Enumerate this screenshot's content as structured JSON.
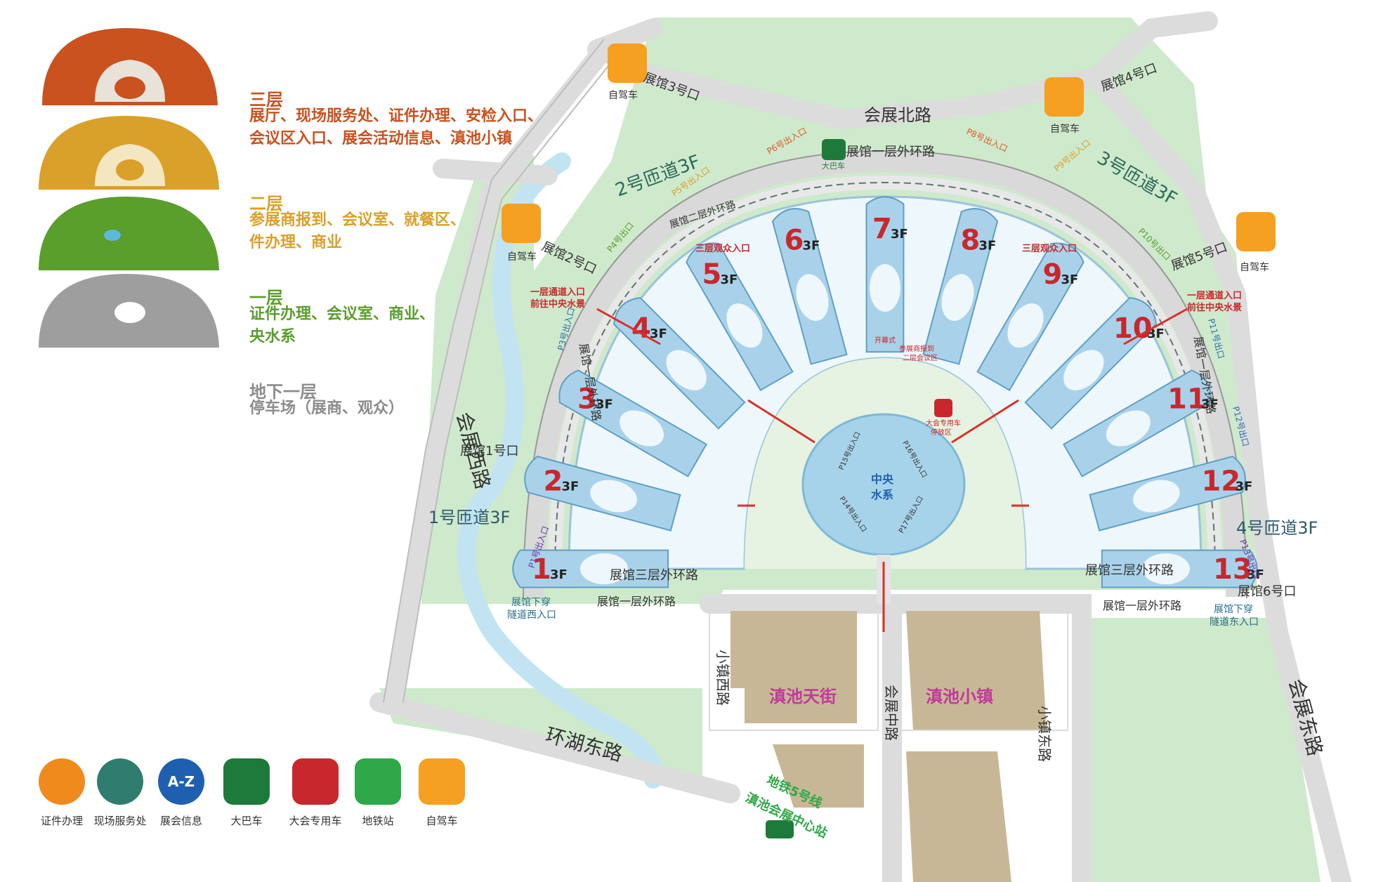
{
  "layers": [
    {
      "title": "三层",
      "desc": "展厅、现场服务处、证件办理、安检入口、会议区入口、展会活动信息、滇池小镇",
      "color": "#c9521f"
    },
    {
      "title": "二层",
      "desc": "参展商报到、会议室、就餐区、证件办理、商业",
      "color": "#d9a02a"
    },
    {
      "title": "一层",
      "desc": "证件办理、会议室、商业、中央水系",
      "color": "#5a9e2c"
    },
    {
      "title": "地下一层",
      "desc": "停车场（展商、观众）",
      "color": "#8c8c8c"
    }
  ],
  "roads": {
    "north": "会展北路",
    "west": "会展西路",
    "east": "会展东路",
    "lake_east": "环湖东路",
    "center": "会展中路",
    "town_west": "小镇西路",
    "town_east": "小镇东路",
    "ring1_n": "展馆一层外环路",
    "ring1_w": "展馆一层外环路",
    "ring1_e": "展馆一层外环路",
    "ring1_sw": "展馆一层外环路",
    "ring1_se": "展馆一层外环路",
    "ring2_n": "展馆二层外环路",
    "ring3_sw": "展馆三层外环路",
    "ring3_se": "展馆三层外环路"
  },
  "gates": {
    "g1": "展馆1号口",
    "g2": "展馆2号口",
    "g3": "展馆3号口",
    "g4": "展馆4号口",
    "g5": "展馆5号口",
    "g6": "展馆6号口"
  },
  "ramps": {
    "r1": "1号匝道3F",
    "r2": "2号匝道3F",
    "r3": "3号匝道3F",
    "r4": "4号匝道3F"
  },
  "parking": {
    "p1": "P1号出入口",
    "p3": "P3号出入口",
    "p4": "P4号出口",
    "p5": "P5号出入口",
    "p6": "P6号出入口",
    "p8": "P8号出入口",
    "p9": "P9号出入口",
    "p10": "P10号出口",
    "p11": "P11号出口",
    "p12": "P12号出口",
    "p13": "P13号出口"
  },
  "halls": [
    {
      "num": "1",
      "floor": "3F"
    },
    {
      "num": "2",
      "floor": "3F"
    },
    {
      "num": "3",
      "floor": "3F"
    },
    {
      "num": "4",
      "floor": "3F"
    },
    {
      "num": "5",
      "floor": "3F"
    },
    {
      "num": "6",
      "floor": "3F"
    },
    {
      "num": "7",
      "floor": "3F"
    },
    {
      "num": "8",
      "floor": "3F"
    },
    {
      "num": "9",
      "floor": "3F"
    },
    {
      "num": "10",
      "floor": "3F"
    },
    {
      "num": "11",
      "floor": "3F"
    },
    {
      "num": "12",
      "floor": "3F"
    },
    {
      "num": "13",
      "floor": "3F"
    }
  ],
  "center": {
    "name_l1": "中央",
    "name_l2": "水系"
  },
  "labels": {
    "entrance_w": "三层观众入口",
    "entrance_e": "三层观众入口",
    "ch1_w_l1": "一层通道入口",
    "ch1_w_l2": "前往中央水景",
    "ch1_e_l1": "一层通道入口",
    "ch1_e_l2": "前往中央水景",
    "bus": "大巴车",
    "car_n": "自驾车",
    "car_ne": "自驾车",
    "car_w": "自驾车",
    "car_e": "自驾车",
    "tunnel_w_l1": "展馆下穿",
    "tunnel_w_l2": "隧道西入口",
    "tunnel_e_l1": "展馆下穿",
    "tunnel_e_l2": "隧道东入口",
    "kaimu": "开幕式",
    "exhibitor_l1": "参展商报到",
    "exhibitor_l2": "二层会议区",
    "vip_l1": "大会专用车",
    "vip_l2": "停放区",
    "town1": "滇池天街",
    "town2": "滇池小镇",
    "metro_l1": "地铁5号线",
    "metro_l2": "滇池会展中心站",
    "p15": "P15号出入口",
    "p16": "P16号出入口",
    "p14": "P14号出入口",
    "p17": "P17号出入口"
  },
  "icon_legend": [
    {
      "name": "证件办理",
      "color": "#f08a1c",
      "icon": "badge-icon"
    },
    {
      "name": "现场服务处",
      "color": "#2e7d6e",
      "icon": "service-icon"
    },
    {
      "name": "展会信息",
      "color": "#1f5fb0",
      "icon": "a-z-icon",
      "glyph": "A-Z"
    },
    {
      "name": "大巴车",
      "color": "#1e7a3a",
      "icon": "bus-icon"
    },
    {
      "name": "大会专用车",
      "color": "#c8282d",
      "icon": "vip-car-icon"
    },
    {
      "name": "地铁站",
      "color": "#2fa84a",
      "icon": "metro-icon"
    },
    {
      "name": "自驾车",
      "color": "#f5a020",
      "icon": "car-icon"
    }
  ]
}
